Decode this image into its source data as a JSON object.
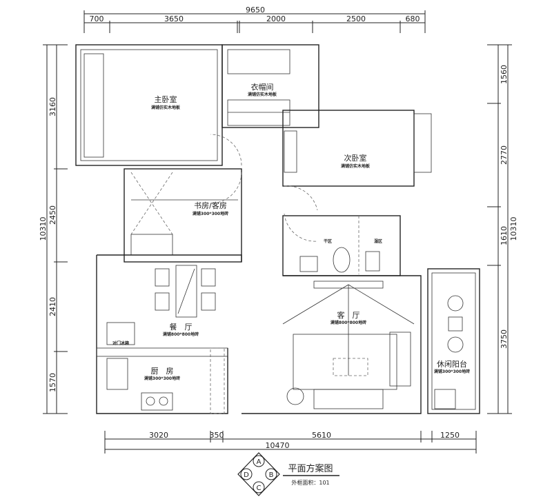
{
  "dimensions": {
    "top_total": "9650",
    "top": [
      "700",
      "3650",
      "2000",
      "2500",
      "680"
    ],
    "left_total": "10310",
    "left": [
      "3160",
      "2450",
      "2410",
      "1570"
    ],
    "right_total": "10310",
    "right": [
      "1560",
      "2770",
      "1610",
      "3750"
    ],
    "bottom_total": "10470",
    "bottom": [
      "3020",
      "350",
      "5610",
      "1250"
    ]
  },
  "rooms": {
    "master_bedroom": {
      "name": "主卧室",
      "floor": "满铺仿实木地板"
    },
    "closet": {
      "name": "衣帽间",
      "floor": "满铺仿实木地板"
    },
    "second_bedroom": {
      "name": "次卧室",
      "floor": "满铺仿实木地板"
    },
    "study": {
      "name": "书房/客房",
      "floor": "满铺300*300地砖"
    },
    "dry_area": {
      "name": "干区"
    },
    "wet_area": {
      "name": "湿区"
    },
    "dining": {
      "name": "餐　厅",
      "floor": "满铺800*800地砖"
    },
    "kitchen": {
      "name": "厨　房",
      "floor": "满铺300*300地砖"
    },
    "living": {
      "name": "客　厅",
      "floor": "满铺800*800地砖"
    },
    "balcony": {
      "name": "休闲阳台",
      "floor": "满铺300*300地砖"
    },
    "fridge": "对门冰箱"
  },
  "title_block": {
    "title": "平面方案图",
    "subtitle": "外框面积：101",
    "compass": [
      "A",
      "B",
      "C",
      "D"
    ]
  }
}
